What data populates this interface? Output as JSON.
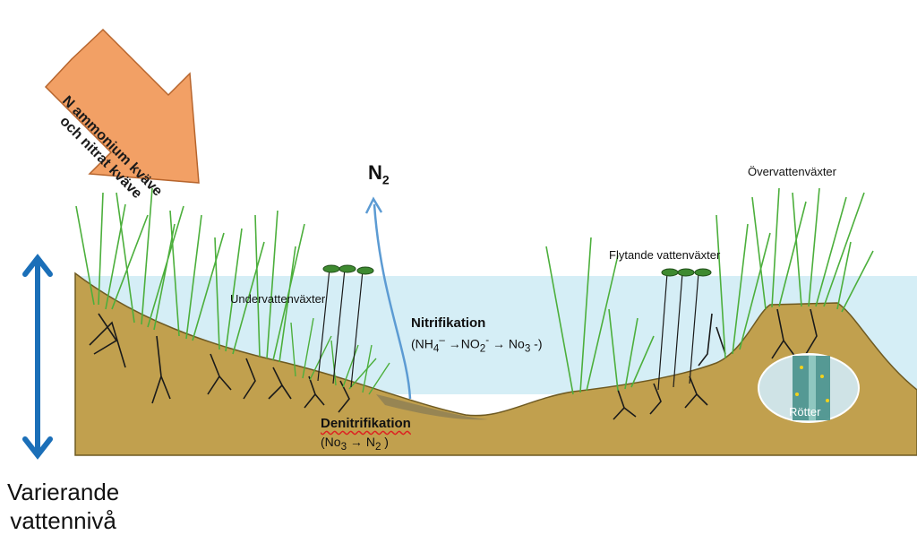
{
  "incoming_arrow": {
    "line1": "N ammonium kväve",
    "line2": "och nitrat kväve",
    "color": "#f2a065"
  },
  "n2_label": {
    "main": "N",
    "sub": "2"
  },
  "labels": {
    "undervatten": "Undervattenväxter",
    "flytande": "Flytande vattenväxter",
    "overvatten": "Övervattenväxter",
    "rotter": "Rötter"
  },
  "nitrifikation": {
    "title": "Nitrifikation",
    "formula_prefix": "(NH",
    "sub1": "4",
    "sup1": "–",
    "arrow1": " →NO",
    "sub2": "2",
    "sup2": "-",
    "arrow2": " →  No",
    "sub3": "3",
    "suffix": " -)"
  },
  "denitrifikation": {
    "title": "Denitrifikation",
    "formula_prefix": "(No",
    "sub1": "3",
    "arrow": "   → N",
    "sub2": "2",
    "suffix": " )"
  },
  "water_level": {
    "line1": "Varierande",
    "line2": "vattennivå"
  },
  "colors": {
    "soil": "#c1a04e",
    "water": "#d5eef6",
    "plant": "#4caf3c",
    "level_arrow": "#1b6fb8",
    "n2_arrow": "#5c9bd3"
  }
}
